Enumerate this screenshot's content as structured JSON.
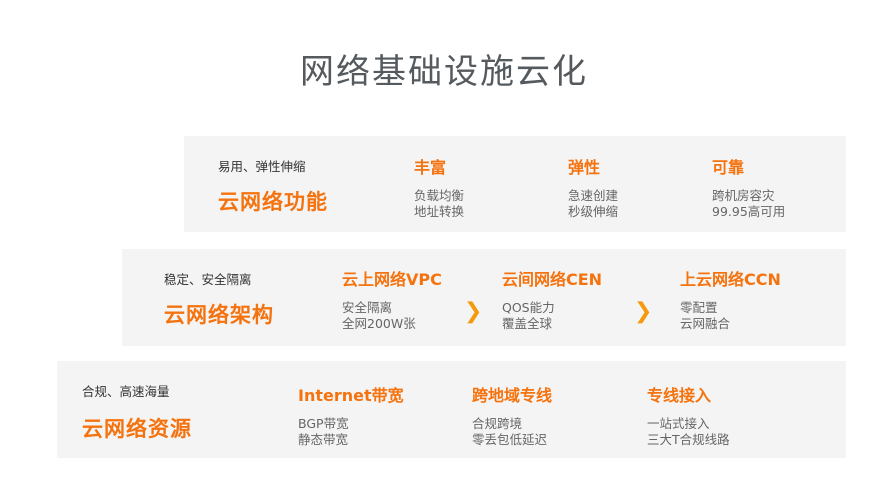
{
  "title": "网络基础设施云化",
  "tiers": [
    {
      "tag": "易用、弹性伸缩",
      "name": "云网络功能",
      "columns": [
        {
          "heading": "丰富",
          "lines": [
            "负载均衡",
            "地址转换"
          ]
        },
        {
          "heading": "弹性",
          "lines": [
            "急速创建",
            "秒级伸缩"
          ]
        },
        {
          "heading": "可靠",
          "lines": [
            "跨机房容灾",
            "99.95高可用"
          ]
        }
      ]
    },
    {
      "tag": "稳定、安全隔离",
      "name": "云网络架构",
      "columns": [
        {
          "heading": "云上网络VPC",
          "lines": [
            "安全隔离",
            "全网200W张"
          ]
        },
        {
          "heading": "云间网络CEN",
          "lines": [
            "QOS能力",
            "覆盖全球"
          ]
        },
        {
          "heading": "上云网络CCN",
          "lines": [
            "零配置",
            "云网融合"
          ]
        }
      ],
      "arrows": [
        "❯",
        "❯"
      ]
    },
    {
      "tag": "合规、高速海量",
      "name": "云网络资源",
      "columns": [
        {
          "heading": "Internet带宽",
          "lines": [
            "BGP带宽",
            "静态带宽"
          ]
        },
        {
          "heading": "跨地域专线",
          "lines": [
            "合规跨境",
            "零丢包低延迟"
          ]
        },
        {
          "heading": "专线接入",
          "lines": [
            "一站式接入",
            "三大T合规线路"
          ]
        }
      ]
    }
  ],
  "colors": {
    "accent": "#f5730f",
    "arrow": "#f59a0c",
    "panel": "#f4f4f4",
    "title": "#555a5f"
  }
}
